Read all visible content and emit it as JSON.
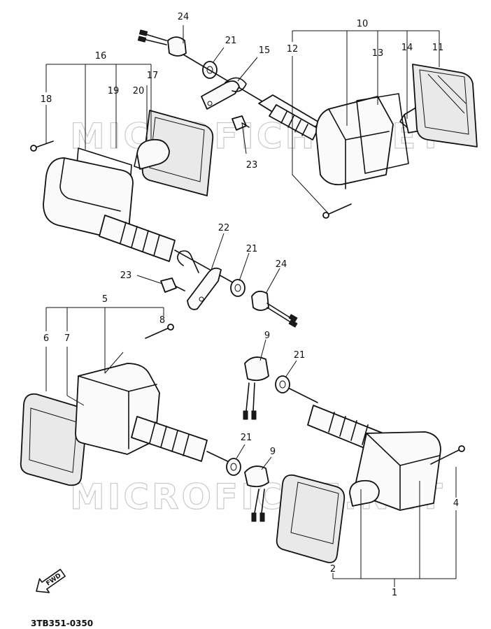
{
  "diagram": {
    "part_code": "3TB351-0350",
    "fwd_label": "FWD",
    "watermark": "MICROFICHE.NET",
    "callouts": {
      "c1": "1",
      "c2": "2",
      "c4": "4",
      "c5": "5",
      "c6": "6",
      "c7": "7",
      "c8": "8",
      "c9a": "9",
      "c9b": "9",
      "c10": "10",
      "c11": "11",
      "c12": "12",
      "c13": "13",
      "c14": "14",
      "c15": "15",
      "c16": "16",
      "c17": "17",
      "c18": "18",
      "c19": "19",
      "c20": "20",
      "c21a": "21",
      "c21b": "21",
      "c21c": "21",
      "c21d": "21",
      "c22": "22",
      "c23a": "23",
      "c23b": "23",
      "c24a": "24",
      "c24b": "24"
    }
  }
}
